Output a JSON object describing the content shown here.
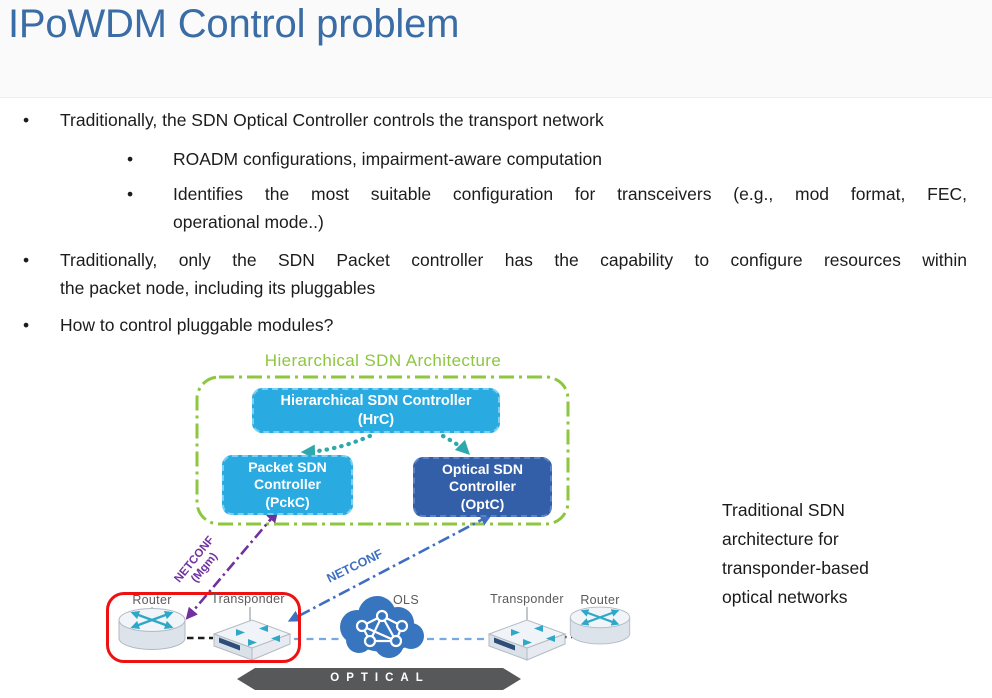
{
  "slide": {
    "title": "IPoWDM Control problem",
    "bullet_char": "•",
    "bullets": [
      {
        "lines": [
          "Traditionally, the SDN Optical Controller controls the transport network"
        ]
      },
      {
        "lines": [
          "ROADM configurations, impairment-aware computation"
        ]
      },
      {
        "lines": [
          "Identifies the most suitable configuration for transceivers (e.g., mod format, FEC,",
          "operational mode..)"
        ]
      },
      {
        "lines": [
          "Traditionally, only the SDN Packet controller has the capability to configure resources within",
          "the packet node, including its pluggables"
        ]
      },
      {
        "lines": [
          "How to control pluggable modules?"
        ]
      }
    ],
    "side_note": {
      "lines": [
        "Traditional SDN",
        "architecture for",
        "transponder-based",
        "optical networks"
      ]
    }
  },
  "diagram": {
    "title": "Hierarchical SDN Architecture",
    "controllers": {
      "hrc": {
        "lines": [
          "Hierarchical SDN Controller",
          "(HrC)"
        ]
      },
      "pckc": {
        "lines": [
          "Packet SDN",
          "Controller",
          "(PckC)"
        ]
      },
      "optc": {
        "lines": [
          "Optical SDN",
          "Controller",
          "(OptC)"
        ]
      }
    },
    "links": {
      "netconf_mgm": {
        "lines": [
          "NETCONF",
          "(Mgm)"
        ]
      },
      "netconf": "NETCONF"
    },
    "device_labels": [
      "Router",
      "Transponder",
      "OLS",
      "Transponder",
      "Router"
    ],
    "banner": "OPTICAL",
    "colors": {
      "title_blue": "#3A6CA5",
      "light_blue_box": "#29ABE2",
      "dark_blue_box": "#325FA8",
      "green": "#8DC63F",
      "teal": "#2EA8AD",
      "purple": "#7030A0",
      "netconf_blue": "#3F6FC1",
      "red_highlight": "#EE1111",
      "banner_gray": "#57585A",
      "cloud_blue": "#3875BF"
    }
  }
}
